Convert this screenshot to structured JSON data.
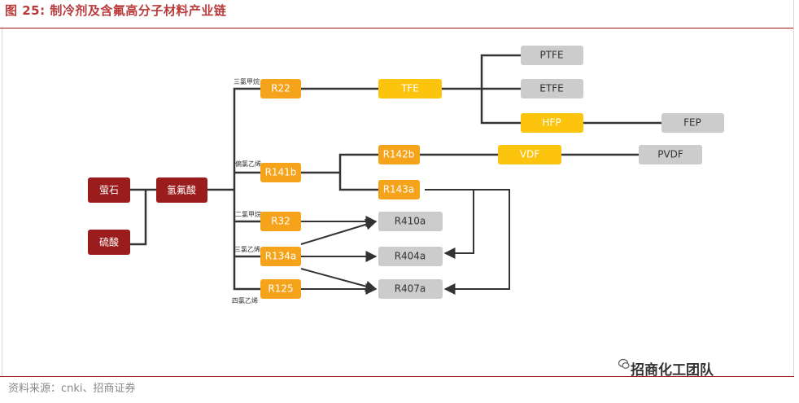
{
  "title": "图 25: 制冷剂及含氟高分子材料产业链",
  "source": "资料来源：cnki、招商证券",
  "watermark": "招商化工团队",
  "colors": {
    "dark_red": "#9b1c1c",
    "orange": "#f5a31a",
    "yellow": "#fcc40c",
    "gray": "#cccccc",
    "title_red": "#b83a3a"
  },
  "nodes": {
    "fluorite": "萤石",
    "sulfuric_acid": "硫酸",
    "hf": "氢氟酸",
    "r22": "R22",
    "r141b": "R141b",
    "r32": "R32",
    "r134a": "R134a",
    "r125": "R125",
    "tfe": "TFE",
    "r142b": "R142b",
    "r143a": "R143a",
    "vdf": "VDF",
    "ptfe": "PTFE",
    "etfe": "ETFE",
    "hfp": "HFP",
    "fep": "FEP",
    "pvdf": "PVDF",
    "r410a": "R410a",
    "r404a": "R404a",
    "r407a": "R407a"
  },
  "branch_labels": {
    "chloroform": "三氯甲烷",
    "vinylidene_chloride": "偏氯乙烯",
    "dichloromethane": "二氯甲烷",
    "trichloroethylene": "三氯乙烯",
    "tetrachloroethylene": "四氯乙烯"
  }
}
